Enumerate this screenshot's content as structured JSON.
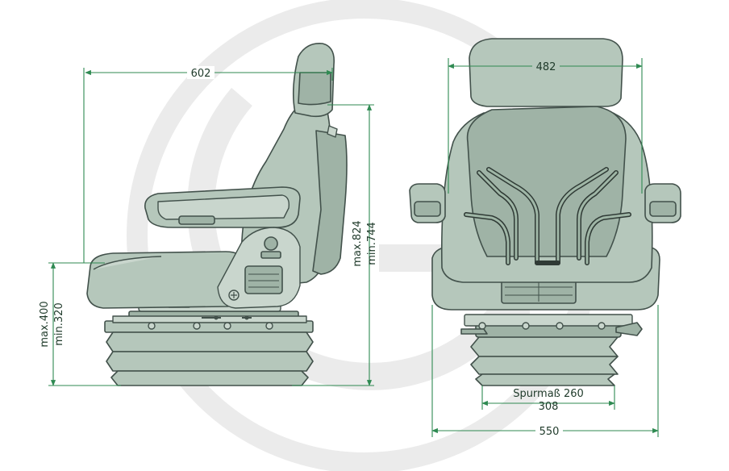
{
  "dimensions": {
    "side_width": "602",
    "side_height_max": "max.824",
    "side_height_min": "min.744",
    "seat_height_max": "max.400",
    "seat_height_min": "min.320",
    "front_back_width": "482",
    "front_base_width": "550",
    "track_gauge": "Spurmaß 260",
    "track_base": "308"
  },
  "colors": {
    "seat_fill": "#b5c7bb",
    "outline": "#42514b",
    "dimension_line": "#2f8a52",
    "watermark": "#ebebeb"
  },
  "icons": [
    "watermark-logo",
    "seat-side-view",
    "seat-front-view",
    "arrow-marker"
  ]
}
